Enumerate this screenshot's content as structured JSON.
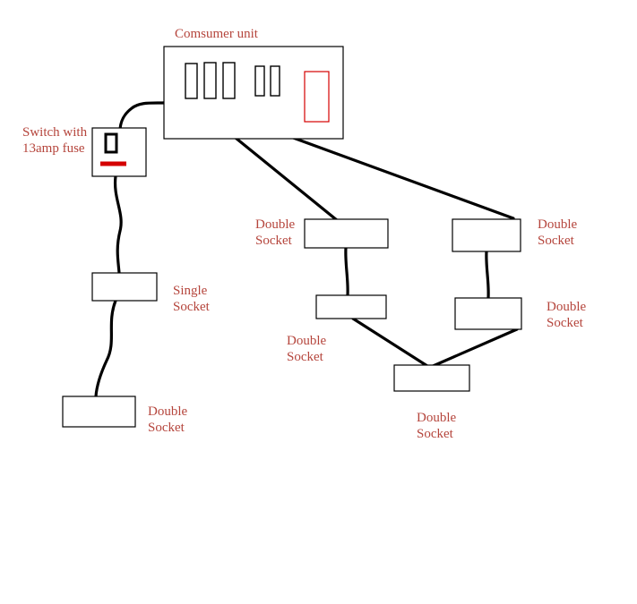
{
  "labels": {
    "consumer_unit": "Comsumer unit",
    "switch": "Switch with\n13amp fuse",
    "single_socket": "Single\nSocket",
    "double_socket_bottom_left": "Double\nSocket",
    "double_socket_mid_top": "Double\nSocket",
    "double_socket_right_top": "Double\nSocket",
    "double_socket_mid_lower": "Double\nSocket",
    "double_socket_right_lower": "Double\nSocket",
    "double_socket_bottom": "Double\nSocket"
  },
  "colors": {
    "label": "#b5453c",
    "wire": "#000000",
    "box-stroke": "#000000",
    "fuse-red": "#d40000",
    "background": "#ffffff"
  }
}
